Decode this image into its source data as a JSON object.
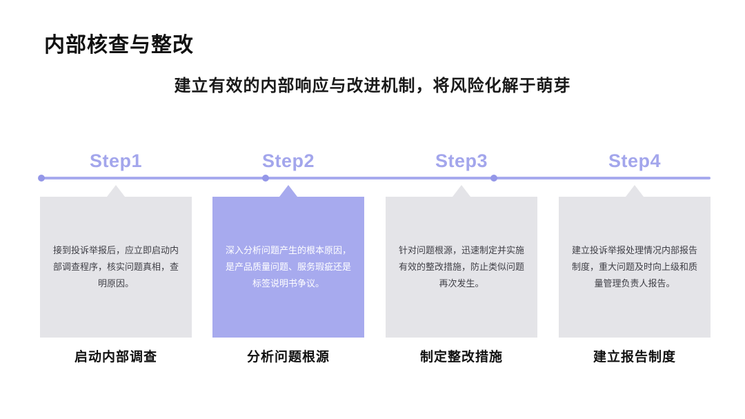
{
  "slide": {
    "title": "内部核查与整改",
    "subtitle": "建立有效的内部响应与改进机制，将风险化解于萌芽",
    "accent_color": "#a7aaee",
    "card_color": "#e4e4e8",
    "title_color": "#111111"
  },
  "timeline": {
    "dot_count": 3
  },
  "steps": [
    {
      "eyebrow": "Step1",
      "body": "接到投诉举报后，应立即启动内部调查程序，核实问题真相，查明原因。",
      "caption": "启动内部调查",
      "active": false
    },
    {
      "eyebrow": "Step2",
      "body": "深入分析问题产生的根本原因，是产品质量问题、服务瑕疵还是标签说明书争议。",
      "caption": "分析问题根源",
      "active": true
    },
    {
      "eyebrow": "Step3",
      "body": "针对问题根源，迅速制定并实施有效的整改措施，防止类似问题再次发生。",
      "caption": "制定整改措施",
      "active": false
    },
    {
      "eyebrow": "Step4",
      "body": "建立投诉举报处理情况内部报告制度，重大问题及时向上级和质量管理负责人报告。",
      "caption": "建立报告制度",
      "active": false
    }
  ]
}
